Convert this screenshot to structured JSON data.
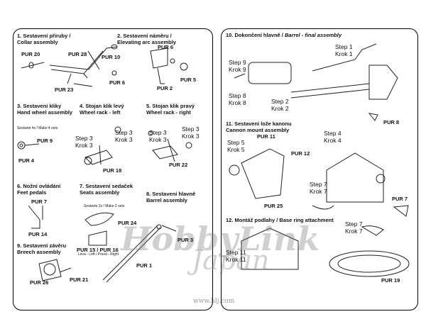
{
  "left_panel": {
    "sections": {
      "s1": {
        "title": "1. Sestavení příruby /",
        "sub": "Collar assembly"
      },
      "s2": {
        "title": "2. Sestavení náměru /",
        "sub": "Elevating arc assembly"
      },
      "s3": {
        "title": "3. Sestavení kliky",
        "sub": "Hand wheel assembly"
      },
      "s4": {
        "title": "4. Stojan klik levý",
        "sub": "Wheel rack - left"
      },
      "s5": {
        "title": "5. Stojan klik pravý",
        "sub": "Wheel rack - right"
      },
      "s6": {
        "title": "6. Nožní ovládání",
        "sub": "Feet pedals"
      },
      "s7": {
        "title": "7. Sestavení sedaček",
        "sub": "Seats assembly"
      },
      "s8": {
        "title": "8. Sestavení hlavně",
        "sub": "Barrel assembly"
      },
      "s9": {
        "title": "9. Sestavení závěru",
        "sub": "Breech assembly"
      }
    },
    "notes": {
      "make4": "Sestavte 4x / Make 4 sets",
      "make2": "Sestavte 2x / Make 2 sets",
      "leftright": "Levá - Left / Pravá - Right"
    },
    "parts": {
      "pur20": "PUR 20",
      "pur28": "PUR 28",
      "pur10": "PUR 10",
      "pur23": "PUR 23",
      "pur6a": "PUR 6",
      "pur6b": "PUR 6",
      "pur2": "PUR 2",
      "pur5": "PUR 5",
      "pur9": "PUR 9",
      "pur4": "PUR 4",
      "pur18": "PUR 18",
      "pur22": "PUR 22",
      "pur7": "PUR 7",
      "pur14": "PUR 14",
      "pur24": "PUR 24",
      "pur15": "PUR 15 / PUR 16",
      "pur3": "PUR 3",
      "pur1": "PUR 1",
      "pur26": "PUR 26",
      "pur21": "PUR 21"
    },
    "steps": {
      "st4a": "Step 3",
      "kr4a": "Krok 3",
      "st4b": "Step 3",
      "kr4b": "Krok 3",
      "st5a": "Step 3",
      "kr5a": "Krok 3",
      "st5b": "Step 3",
      "kr5b": "Krok 3"
    }
  },
  "right_panel": {
    "sections": {
      "s10": {
        "title": "10. Dokončení hlavně / ",
        "sub": "Barrel - final assembly"
      },
      "s11": {
        "title": "11. Sestavení lože kanonu",
        "sub": "Cannon mount assembly"
      },
      "s12": {
        "title": "12. Montáž podlahy / Base ring attachment",
        "sub": ""
      }
    },
    "parts": {
      "pur8": "PUR 8",
      "pur11": "PUR 11",
      "pur12": "PUR 12",
      "pur25": "PUR 25",
      "pur7": "PUR 7",
      "pur19": "PUR 19"
    },
    "steps": {
      "a": [
        "Step 1",
        "Krok 1"
      ],
      "b": [
        "Step 9",
        "Krok 9"
      ],
      "c": [
        "Step 8",
        "Krok 8"
      ],
      "d": [
        "Step 2",
        "Krok 2"
      ],
      "e": [
        "Step 5",
        "Krok 5"
      ],
      "f": [
        "Step 4",
        "Krok 4"
      ],
      "g": [
        "Step 7",
        "Krok 7"
      ],
      "h": [
        "Step 7",
        "Krok 7"
      ],
      "i": [
        "Step 11",
        "Krok 11"
      ]
    }
  },
  "watermark": {
    "brand": "HobbyLink",
    "country": "Japan",
    "url": "www.hlj.com"
  }
}
